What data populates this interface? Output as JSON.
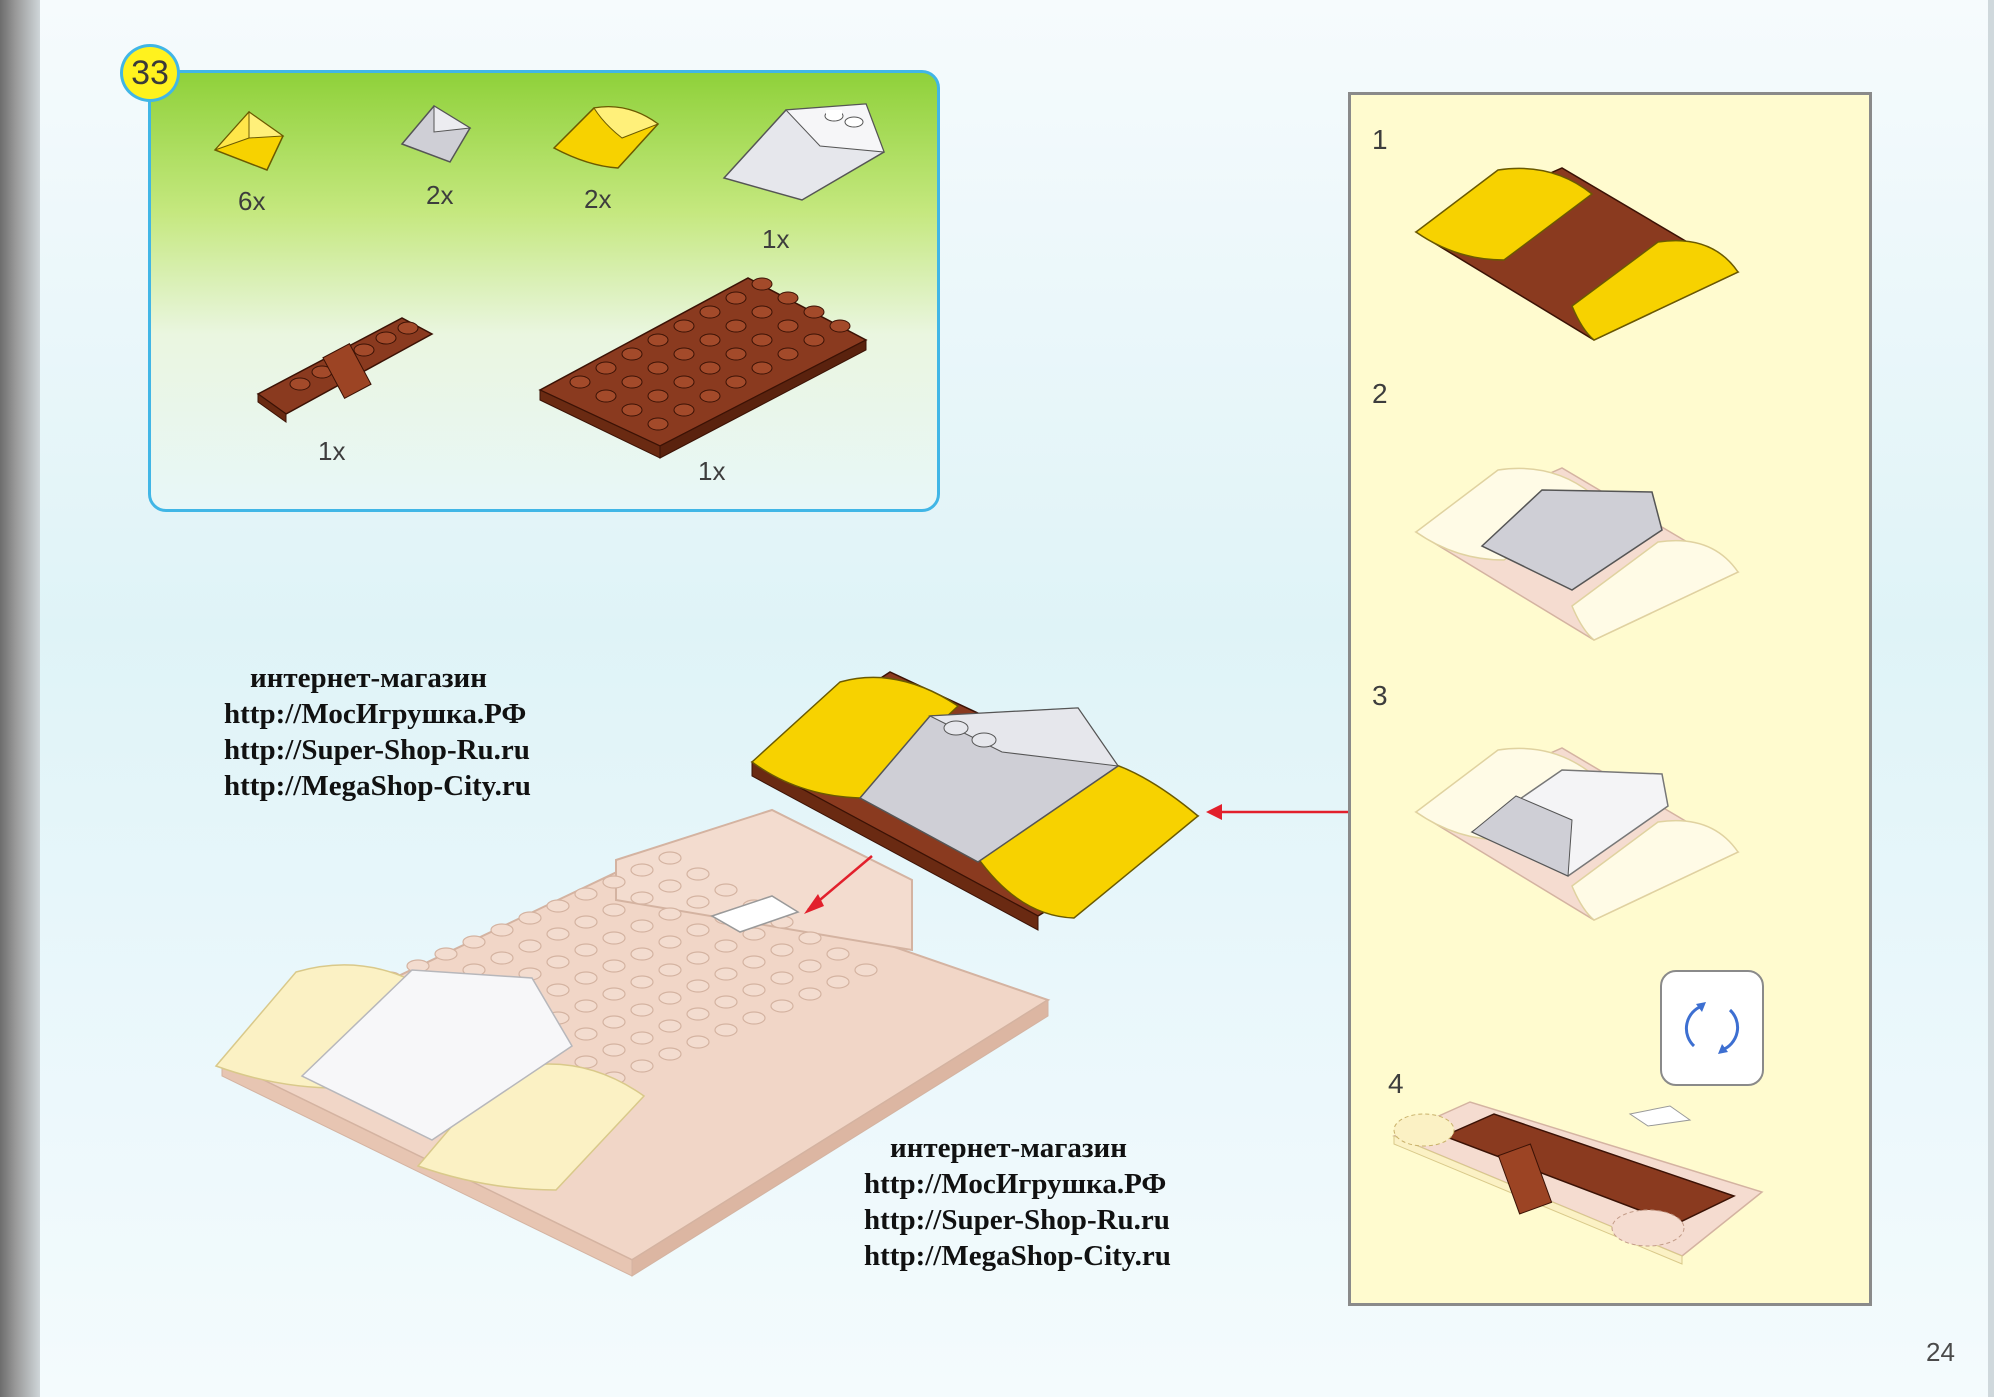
{
  "step": {
    "number": "33"
  },
  "parts": [
    {
      "name": "yellow-slope-small",
      "qty": "6x"
    },
    {
      "name": "gray-slope-small",
      "qty": "2x"
    },
    {
      "name": "yellow-curved-slope",
      "qty": "2x"
    },
    {
      "name": "white-wedge",
      "qty": "1x"
    },
    {
      "name": "brown-hinge-plate",
      "qty": "1x"
    },
    {
      "name": "brown-plate-4x8",
      "qty": "1x"
    }
  ],
  "substeps": [
    "1",
    "2",
    "3",
    "4"
  ],
  "watermark": {
    "line1": "интернет-магазин",
    "line2": "http://МосИгрушка.РФ",
    "line3": "http://Super-Shop-Ru.ru",
    "line4": "http://MegaShop-City.ru"
  },
  "page_number": "24",
  "colors": {
    "panel_border": "#41b6e6",
    "badge": "#fff21e",
    "yellow_brick": "#f7d200",
    "brown_brick": "#8a3a1f",
    "gray_brick": "#cfcfd6",
    "faded_brick": "#f1d6c7",
    "arrow": "#e2202c"
  },
  "icons": [
    "rotate-icon",
    "arrow-icon"
  ]
}
